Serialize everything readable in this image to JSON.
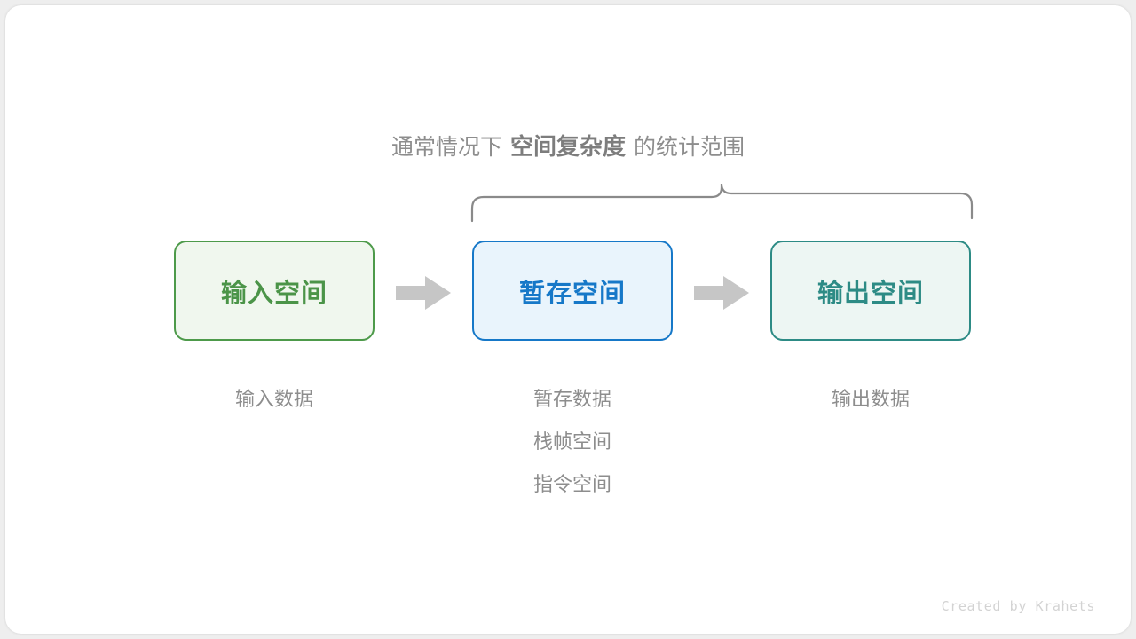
{
  "diagram": {
    "title": "空间复杂度的统计范围",
    "caption": {
      "lead": "通常情况下",
      "strong": "空间复杂度",
      "tail": "的统计范围"
    },
    "brace": {
      "name": "curly-brace",
      "covers": [
        "暂存空间",
        "输出空间"
      ]
    },
    "stages": [
      {
        "key": "input",
        "box_label": "输入空间",
        "border_color": "#4d9a4a",
        "fill_color": "#f0f7ee",
        "text_color": "#4b9448",
        "sub_labels": [
          "输入数据"
        ]
      },
      {
        "key": "temp",
        "box_label": "暂存空间",
        "border_color": "#1678c8",
        "fill_color": "#e9f4fc",
        "text_color": "#1678c8",
        "sub_labels": [
          "暂存数据",
          "栈帧空间",
          "指令空间"
        ]
      },
      {
        "key": "output",
        "box_label": "输出空间",
        "border_color": "#2d8b85",
        "fill_color": "#edf6f3",
        "text_color": "#2d8b85",
        "sub_labels": [
          "输出数据"
        ]
      }
    ],
    "arrows": [
      {
        "name": "arrow-input-to-temp",
        "color": "#c6c6c6"
      },
      {
        "name": "arrow-temp-to-output",
        "color": "#c6c6c6"
      }
    ],
    "watermark": "Created by Krahets",
    "colors": {
      "background": "#eeeeee",
      "card": "#ffffff",
      "muted_text": "#8d8d8d",
      "brace_stroke": "#8a8a8a",
      "arrow": "#c6c6c6"
    }
  }
}
